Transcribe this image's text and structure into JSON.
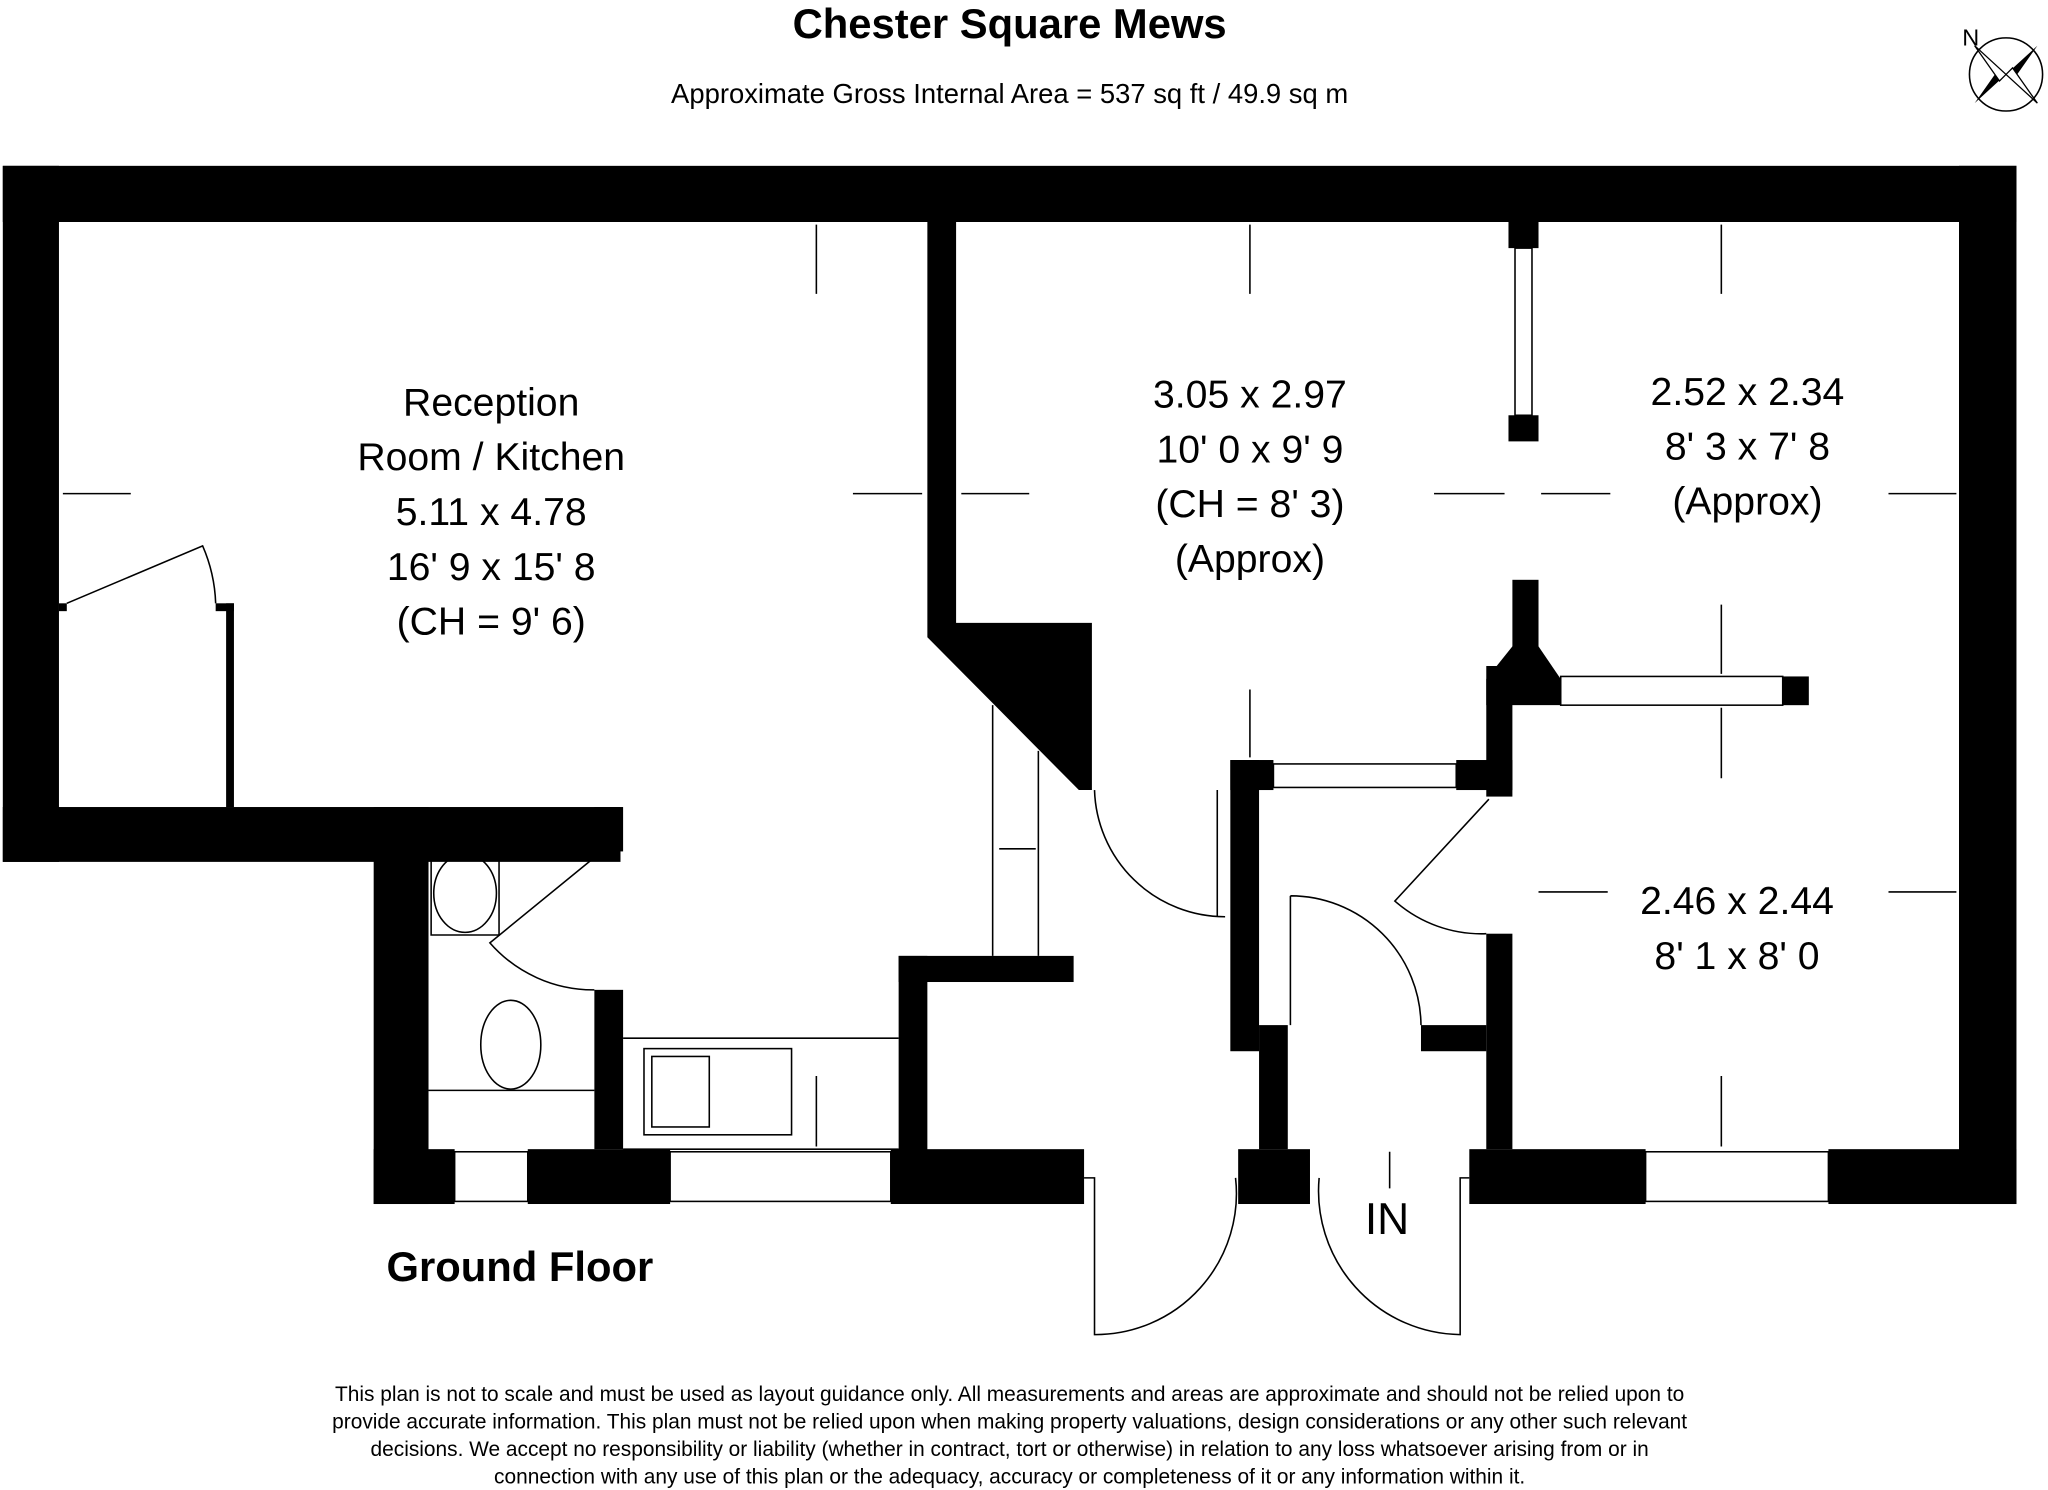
{
  "header": {
    "title": "Chester Square Mews",
    "subtitle": "Approximate Gross Internal Area = 537 sq ft / 49.9 sq m",
    "compass_label": "N"
  },
  "rooms": [
    {
      "lines": [
        "Reception",
        "Room / Kitchen",
        "5.11 x 4.78",
        "16' 9 x 15' 8",
        "(CH = 9' 6)"
      ]
    },
    {
      "lines": [
        "3.05 x 2.97",
        "10' 0 x 9' 9",
        "(CH = 8' 3)",
        "(Approx)"
      ]
    },
    {
      "lines": [
        "2.52 x 2.34",
        "8' 3 x 7' 8",
        "(Approx)"
      ]
    },
    {
      "lines": [
        "2.46 x 2.44",
        "8' 1 x 8' 0"
      ]
    }
  ],
  "entrance_label": "IN",
  "floor_label": "Ground Floor",
  "disclaimer": [
    "This plan is not to scale and must be used as layout guidance only. All measurements and areas are approximate and should not be relied upon to",
    "provide accurate information. This plan must not be relied upon when making property valuations, design considerations or any other such relevant",
    "decisions. We accept no responsibility or liability (whether in contract, tort or otherwise) in relation to any loss whatsoever arising from or in",
    "connection with any use of this plan or the adequacy, accuracy or completeness of it or any information within it."
  ]
}
